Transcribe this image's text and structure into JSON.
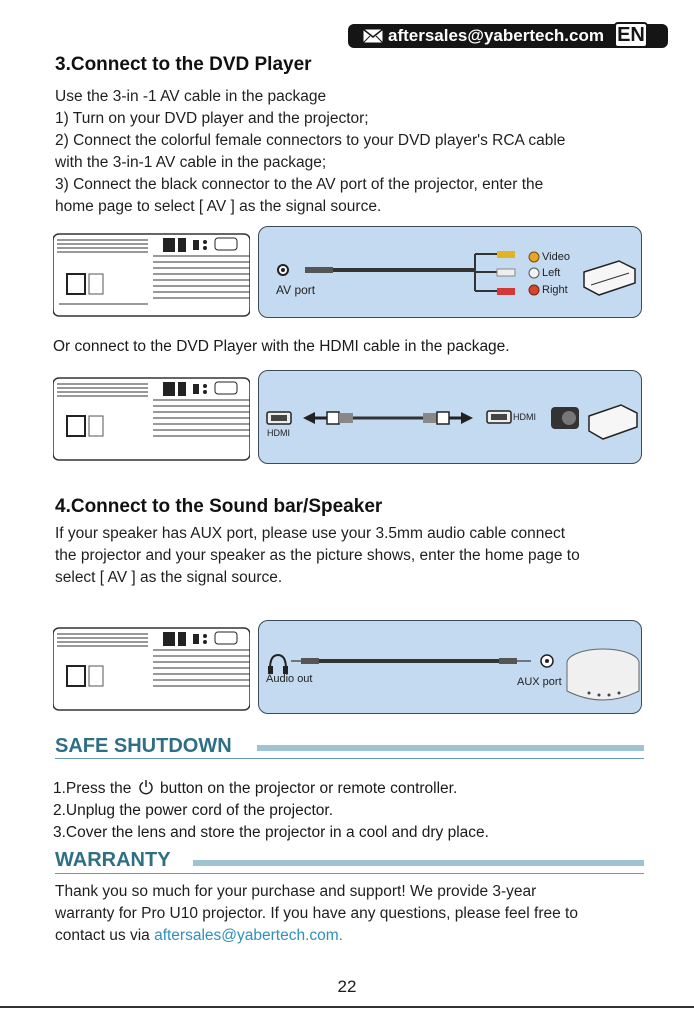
{
  "header": {
    "email": "aftersales@yabertech.com",
    "lang": "EN"
  },
  "dvd_section": {
    "title": "3.Connect to the DVD Player",
    "lines": [
      "Use the 3-in -1 AV cable in the package",
      "1) Turn on your DVD player and the projector;",
      "2) Connect the colorful female connectors to your DVD player's RCA cable",
      "with the 3-in-1 AV cable in the package;",
      "3) Connect the black connector to the AV port of the projector, enter the",
      "home page to select [ AV ] as the signal source."
    ],
    "av_diagram": {
      "port_label": "AV port",
      "video": "Video",
      "left": "Left",
      "right": "Right"
    },
    "hdmi_intro": "Or connect to the DVD Player with the HDMI cable in the package.",
    "hdmi_diagram": {
      "left_label": "HDMI",
      "right_label": "HDMI"
    }
  },
  "speaker_section": {
    "title": "4.Connect to the Sound bar/Speaker",
    "lines": [
      "If your speaker has AUX port, please use your 3.5mm audio cable connect",
      "the projector and your speaker as the picture shows, enter the home page to",
      "select [ AV ] as the signal source."
    ],
    "audio_diagram": {
      "audio_out": "Audio out",
      "aux_port": "AUX port"
    }
  },
  "safe_shutdown": {
    "title": "SAFE SHUTDOWN",
    "step1_before": "1.Press the",
    "step1_after": "button on the projector or remote controller.",
    "step2": "2.Unplug the power cord of the projector.",
    "step3": "3.Cover the lens and store the projector in a cool and dry place."
  },
  "warranty": {
    "title": "WARRANTY",
    "line1": "Thank you so much for your purchase and support! We provide 3-year",
    "line2": "warranty for Pro U10 projector. If you have any questions, please feel free to",
    "line3_before": "contact us via ",
    "line3_link": "aftersales@yabertech.com."
  },
  "page_number": "22",
  "colors": {
    "accent_teal": "#2f6f86",
    "panel_blue": "#c4daf0",
    "link_blue": "#2f8fbf"
  }
}
